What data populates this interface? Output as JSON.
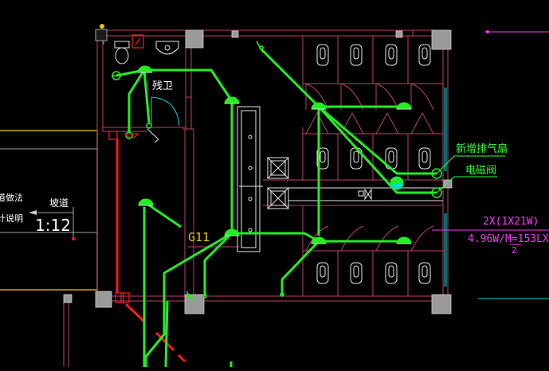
{
  "labels": {
    "room_name": "残卫",
    "slope_title": "坡道",
    "slope_ratio": "1:12",
    "left_text_1": "道做法",
    "left_text_2": "计说明",
    "grid_ref": "G11",
    "exhaust_fan": "新增排气扇",
    "solenoid_valve": "电磁阀",
    "lamp_spec_top": "2X(1X21W)",
    "lamp_spec_bottom": "4.96W/M=153LX",
    "lamp_spec_denominator": "2"
  },
  "colors": {
    "background": "#000000",
    "wire": "#22ee22",
    "wall": "#c0406a",
    "column": "#9a9a9a",
    "yellow": "#e6c800",
    "red": "#ff1a1a",
    "cyan": "#00d8d8",
    "white": "#e8e8e8",
    "magenta": "#ff33ff",
    "label_green": "#33ff33"
  },
  "icons": {
    "lamp": "ceiling-lamp-icon",
    "switch": "switch-icon",
    "exhaust_fan": "exhaust-fan-icon",
    "solenoid_valve": "solenoid-valve-icon",
    "toilet": "toilet-icon",
    "urinal": "urinal-icon",
    "sink": "sink-icon",
    "door": "door-swing-icon",
    "column": "column-icon"
  }
}
